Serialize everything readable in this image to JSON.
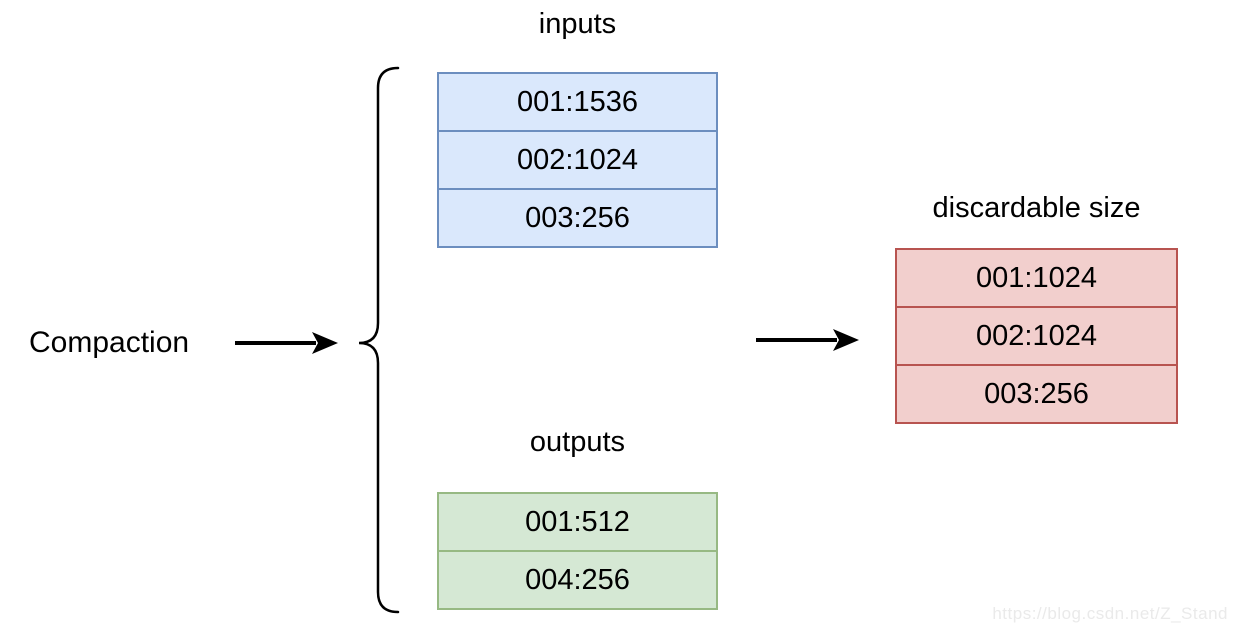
{
  "diagram": {
    "process_label": "Compaction",
    "watermark": "https://blog.csdn.net/Z_Stand",
    "colors": {
      "inputs_fill": "#dae8fc",
      "inputs_border": "#6c8ebf",
      "outputs_fill": "#d5e8d4",
      "outputs_border": "#97b983",
      "discardable_fill": "#f2cfcd",
      "discardable_border": "#b85450",
      "line": "#000000",
      "text": "#000000",
      "watermark_text": "#eaeaea"
    }
  },
  "boxes": {
    "inputs": {
      "label": "inputs",
      "rows": [
        "001:1536",
        "002:1024",
        "003:256"
      ]
    },
    "outputs": {
      "label": "outputs",
      "rows": [
        "001:512",
        "004:256"
      ]
    },
    "discardable": {
      "label": "discardable size",
      "rows": [
        "001:1024",
        "002:1024",
        "003:256"
      ]
    }
  }
}
